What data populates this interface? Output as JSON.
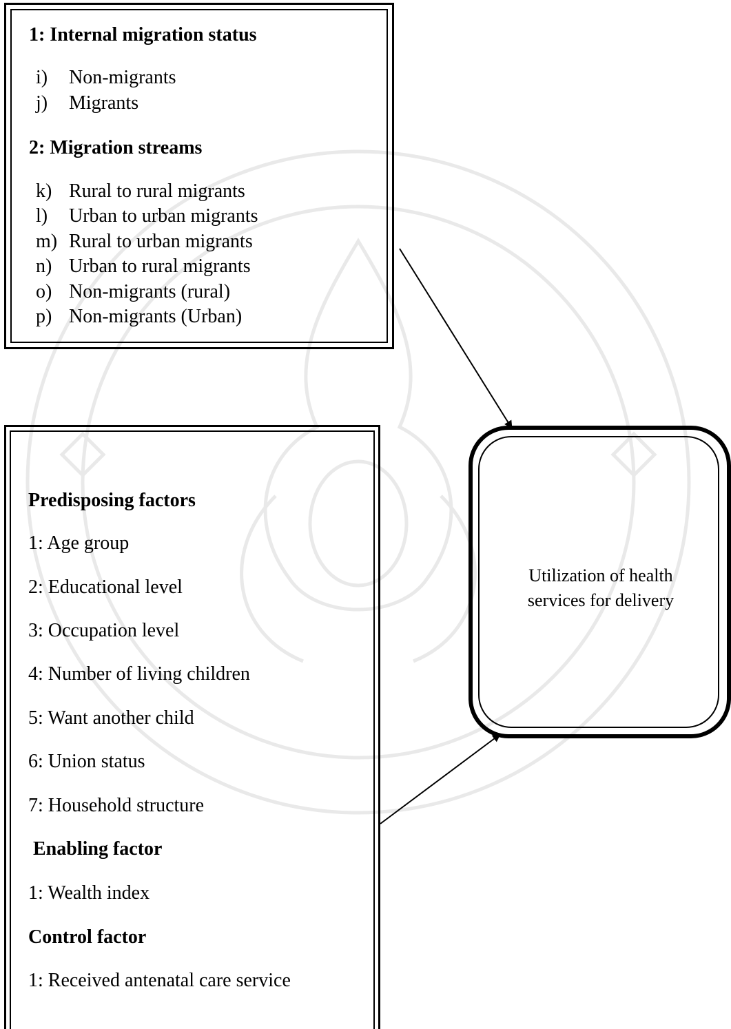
{
  "migration_box": {
    "heading1": "1: Internal migration status",
    "status_items": [
      {
        "marker": "i)",
        "label": "Non-migrants"
      },
      {
        "marker": "j)",
        "label": "Migrants"
      }
    ],
    "heading2": "2:  Migration streams",
    "stream_items": [
      {
        "marker": "k)",
        "label": "Rural to rural migrants"
      },
      {
        "marker": "l)",
        "label": "Urban to urban migrants"
      },
      {
        "marker": "m)",
        "label": "Rural to urban migrants"
      },
      {
        "marker": "n)",
        "label": "Urban to rural migrants"
      },
      {
        "marker": "o)",
        "label": "Non-migrants (rural)"
      },
      {
        "marker": "p)",
        "label": "Non-migrants (Urban)"
      }
    ]
  },
  "factors_box": {
    "predisposing_heading": "Predisposing factors",
    "predisposing_items": [
      "1: Age group",
      "2:  Educational level",
      "3:  Occupation level",
      "4: Number of living children",
      "5: Want another child",
      "6: Union status",
      "7: Household structure"
    ],
    "enabling_heading": "Enabling factor",
    "enabling_items": [
      "1: Wealth index"
    ],
    "control_heading": "Control factor",
    "control_items": [
      "1: Received antenatal care service"
    ]
  },
  "outcome_box": {
    "line1": "Utilization of health",
    "line2": "services for delivery"
  },
  "colors": {
    "line": "#000000",
    "watermark": "#e9e9e9",
    "background": "#ffffff"
  }
}
